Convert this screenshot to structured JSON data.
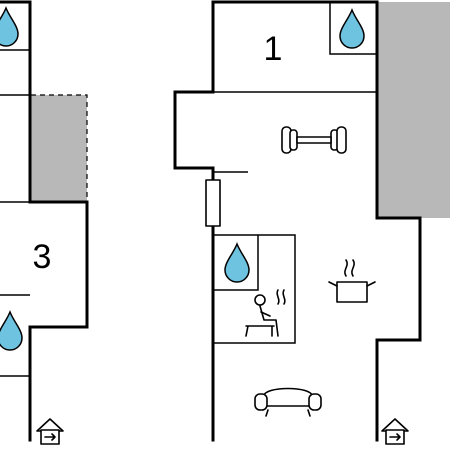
{
  "rooms": [
    {
      "id": "bedroom-1",
      "label": "1"
    },
    {
      "id": "bedroom-3",
      "label": "3"
    }
  ],
  "icons": {
    "water": "water-drop-icon",
    "fitness": "dumbbell-icon",
    "sauna": "sauna-icon",
    "kitchen": "cooking-pot-icon",
    "living": "sofa-icon",
    "entrance": "entrance-house-icon"
  },
  "colors": {
    "wall": "#000000",
    "terrace": "#b8b8b8",
    "water": "#6ec3e0"
  }
}
